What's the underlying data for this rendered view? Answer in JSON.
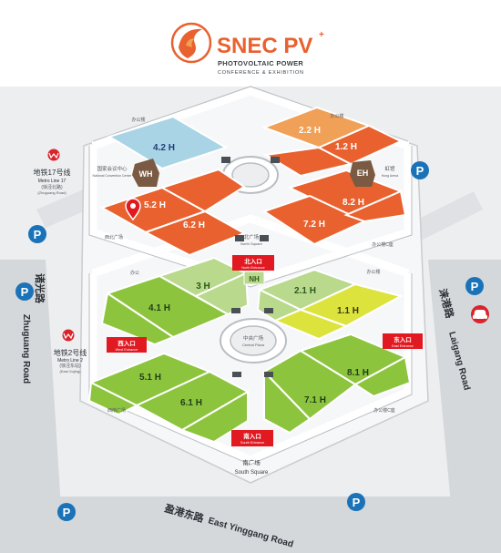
{
  "logo": {
    "brand": "SNEC PV",
    "plus": "+",
    "line1": "PHOTOVOLTAIC POWER",
    "line2": "CONFERENCE & EXHIBITION"
  },
  "colors": {
    "orange_hall": "#e8612e",
    "light_orange_hall": "#f0a057",
    "blue_hall": "#a9d4e5",
    "light_green_hall": "#b9d98d",
    "green_hall": "#8dc43d",
    "yellow_hall": "#dde33d",
    "hub": "#7a5a42",
    "entrance": "#e11a22",
    "parking": "#1a73b8",
    "car": "#d9242b",
    "metro": "#d9242b"
  },
  "halls": {
    "h42": "4.2 H",
    "h22": "2.2 H",
    "h12": "1.2 H",
    "h52": "5.2 H",
    "h62": "6.2 H",
    "h72": "7.2 H",
    "h82": "8.2 H",
    "h3": "3 H",
    "h41": "4.1 H",
    "h21": "2.1 H",
    "h11": "1.1 H",
    "h51": "5.1 H",
    "h61": "6.1 H",
    "h71": "7.1 H",
    "h81": "8.1 H"
  },
  "hubs": {
    "wh": "WH",
    "eh": "EH",
    "nh": "NH"
  },
  "labels": {
    "nw_office": "办公楼",
    "ne_office": "办公楼",
    "national_center_cn": "国家会议中心",
    "national_center_en": "National Convention Center",
    "hong_kong_cn": "虹馆",
    "hong_kong_en": "Hong Arena",
    "west_sq_cn": "西北广场",
    "north_square_cn": "北广场",
    "north_square_en": "North Square",
    "ne_office2": "办公楼C座",
    "central_plaza_cn": "中央广场",
    "central_plaza_en": "Central Plaza",
    "sw_area_cn": "西南广场",
    "se_office_cn": "办公楼C座",
    "south_square_cn": "南广场",
    "south_square_en": "South Square",
    "left_nw_small": "办公",
    "right_ne_small": "办公楼"
  },
  "entrances": {
    "north_cn": "北入口",
    "north_en": "North Entrance",
    "west_cn": "西入口",
    "west_en": "West Entrance",
    "east_cn": "东入口",
    "east_en": "East Entrance",
    "south_cn": "南入口",
    "south_en": "South Entrance"
  },
  "metro": {
    "line17_cn": "地铁17号线",
    "line17_en": "Metro Line 17",
    "line17_station": "(徐泾北路)",
    "line17_station_en": "(Zhuguang Road)",
    "line2_cn": "地铁2号线",
    "line2_en": "Metro Line 2",
    "line2_station": "(徐泾东站)",
    "line2_station_en": "(East Xujing)"
  },
  "roads": {
    "zhuguang_cn": "诸光路",
    "zhuguang_en": "Zhuguang Road",
    "laigang_cn": "涞港路",
    "laigang_en": "Laigang Road",
    "yinggang_cn": "盈港东路",
    "yinggang_en": "East Yinggang Road"
  },
  "parking": {
    "symbol": "P"
  }
}
